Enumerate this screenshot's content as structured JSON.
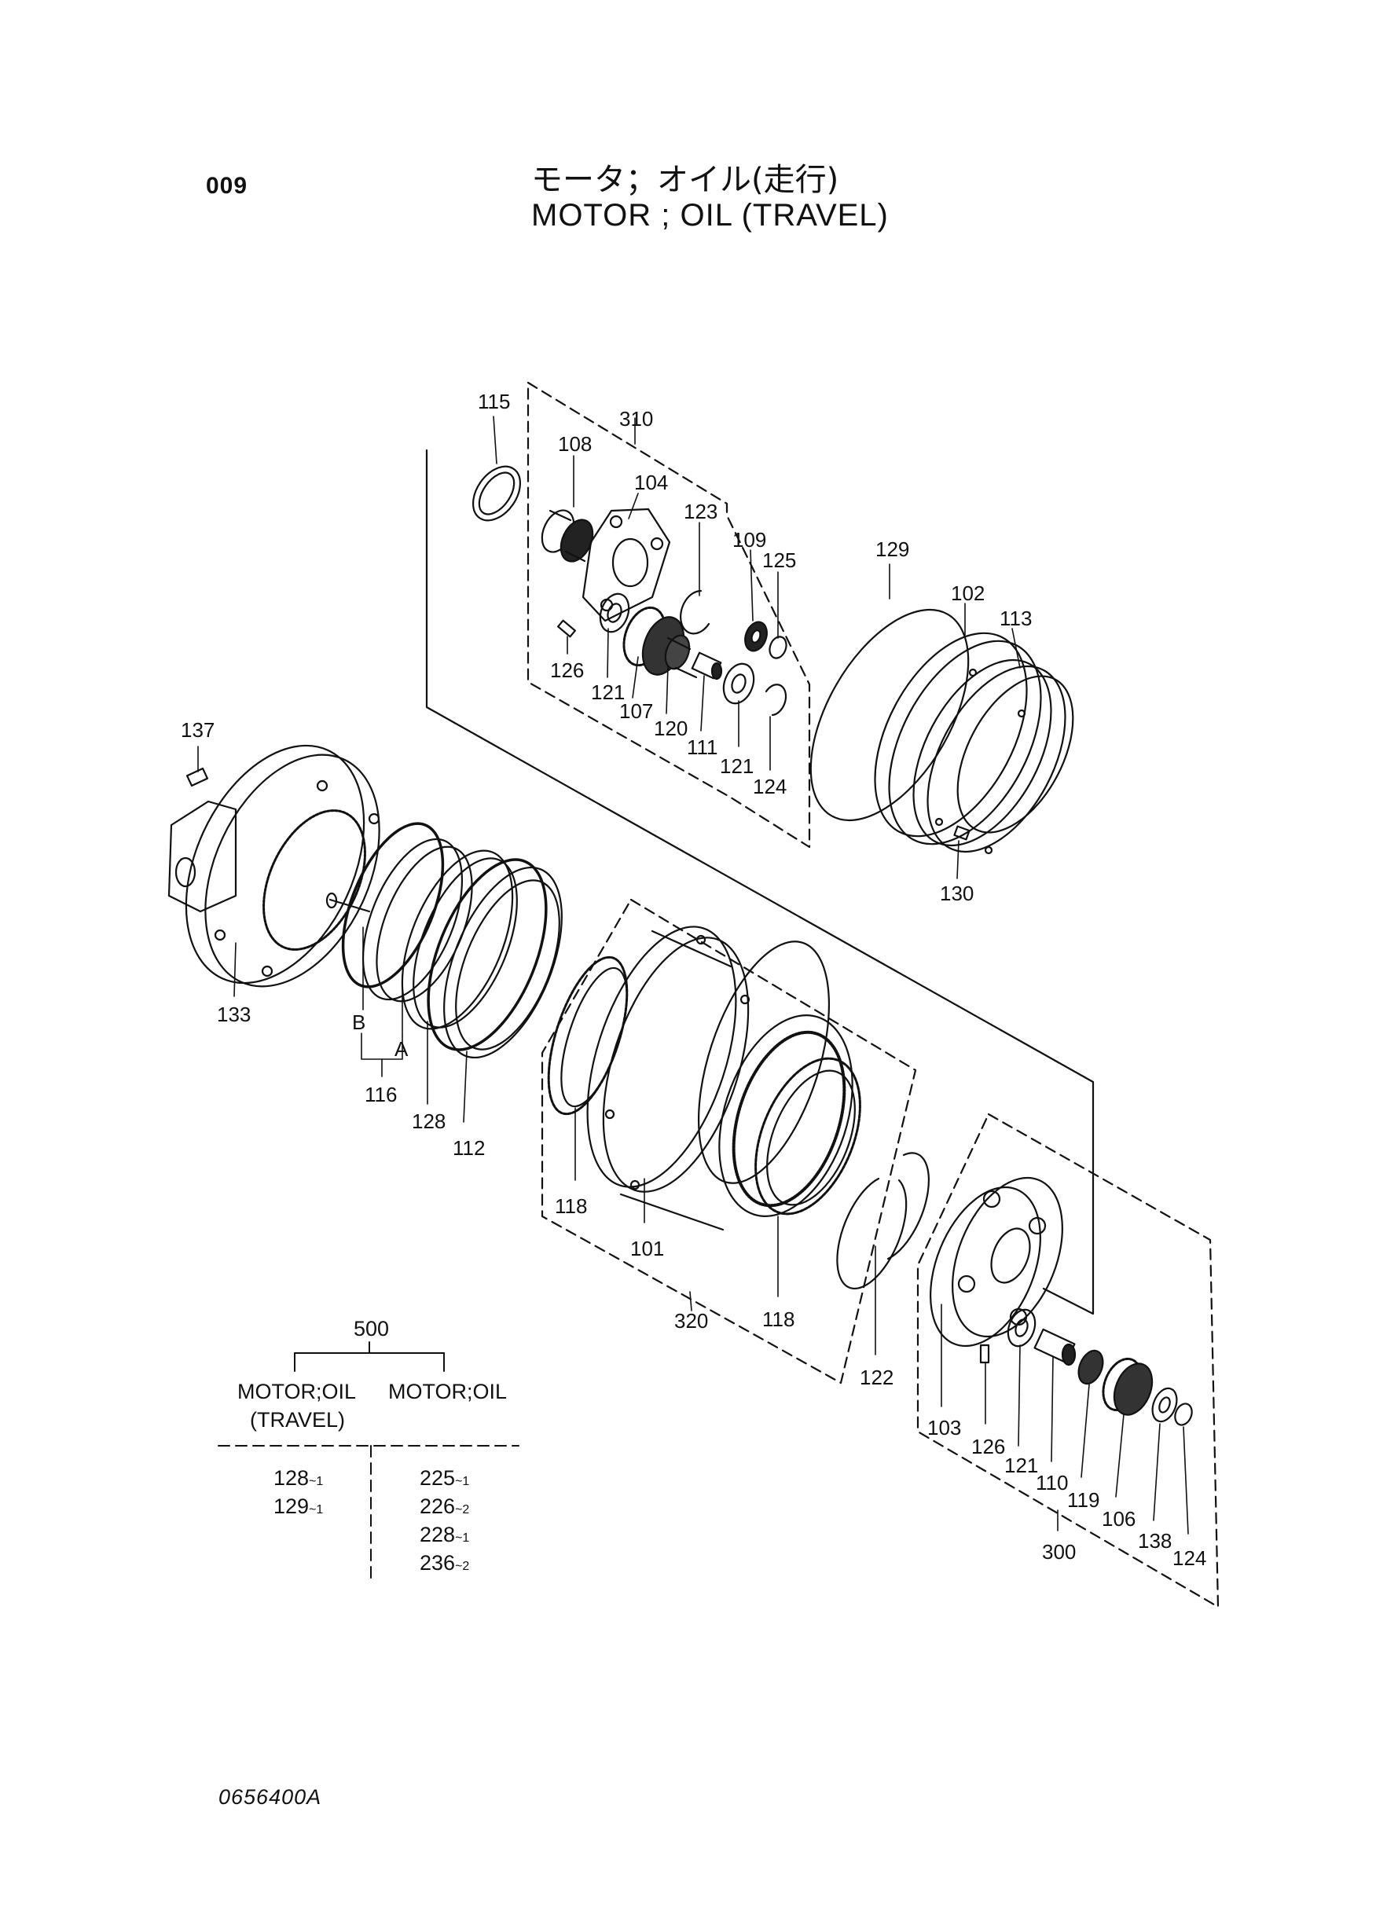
{
  "header": {
    "page_number": "009",
    "title_jp": "モータ；オイル(走行)",
    "title_en": "MOTOR ; OIL (TRAVEL)"
  },
  "footer": {
    "document_code": "0656400A"
  },
  "part_labels": {
    "p115": "115",
    "p310": "310",
    "p108": "108",
    "p104": "104",
    "p123": "123",
    "p109": "109",
    "p125": "125",
    "p129": "129",
    "p102": "102",
    "p113": "113",
    "p126a": "126",
    "p121a": "121",
    "p107": "107",
    "p120": "120",
    "p111": "111",
    "p121b": "121",
    "p124a": "124",
    "p130": "130",
    "p137": "137",
    "p133": "133",
    "pB": "B",
    "pA": "A",
    "p116": "116",
    "p128": "128",
    "p112": "112",
    "p118a": "118",
    "p101": "101",
    "p320": "320",
    "p118b": "118",
    "p122": "122",
    "p103": "103",
    "p126b": "126",
    "p121c": "121",
    "p110": "110",
    "p119": "119",
    "p106": "106",
    "p300": "300",
    "p138": "138",
    "p124b": "124"
  },
  "kit_table": {
    "kit_number": "500",
    "left_heading_1": "MOTOR;OIL",
    "left_heading_2": "(TRAVEL)",
    "right_heading": "MOTOR;OIL",
    "left_rows": [
      {
        "part": "128",
        "qty": "~1"
      },
      {
        "part": "129",
        "qty": "~1"
      }
    ],
    "right_rows": [
      {
        "part": "225",
        "qty": "~1"
      },
      {
        "part": "226",
        "qty": "~2"
      },
      {
        "part": "228",
        "qty": "~1"
      },
      {
        "part": "236",
        "qty": "~2"
      }
    ]
  }
}
